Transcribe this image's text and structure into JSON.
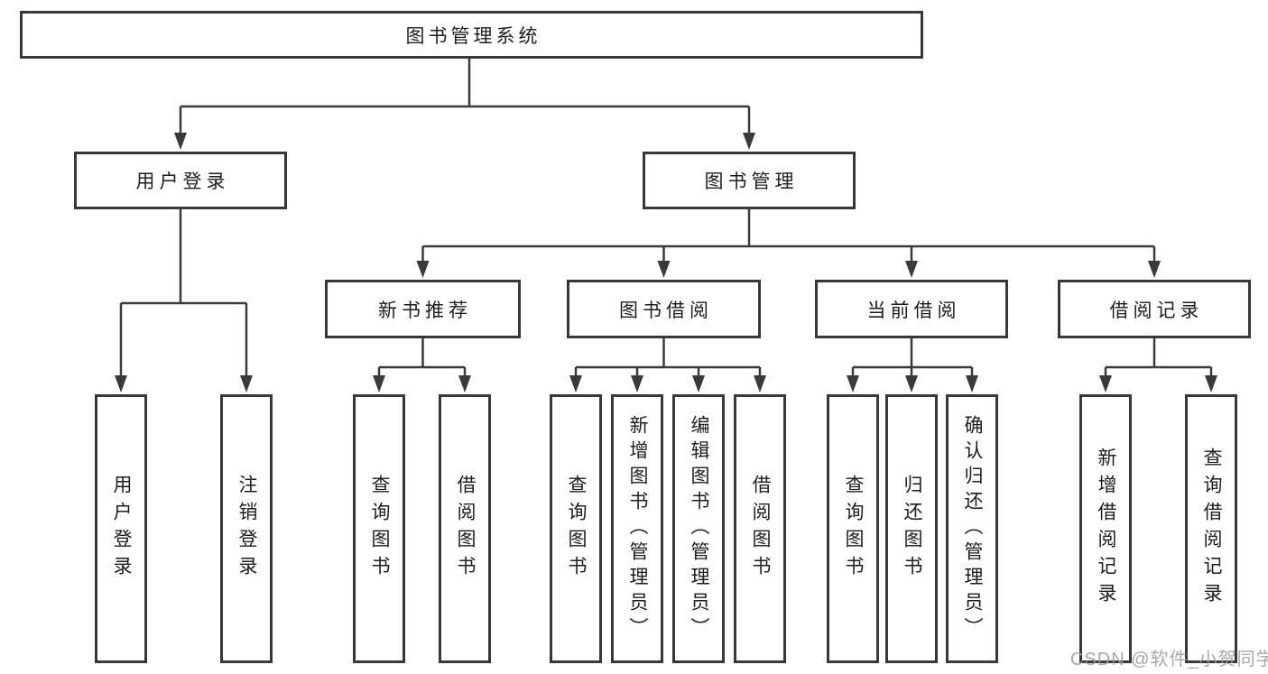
{
  "tree": {
    "root": {
      "label": "图书管理系统"
    },
    "level2": [
      {
        "label": "用户登录",
        "children": [
          {
            "label": "用户登录"
          },
          {
            "label": "注销登录"
          }
        ]
      },
      {
        "label": "图书管理"
      }
    ],
    "level3": [
      {
        "label": "新书推荐",
        "children": [
          {
            "label": "查询图书"
          },
          {
            "label": "借阅图书"
          }
        ]
      },
      {
        "label": "图书借阅",
        "children": [
          {
            "label": "查询图书"
          },
          {
            "label": "新增图书（管理员）"
          },
          {
            "label": "编辑图书（管理员）"
          },
          {
            "label": "借阅图书"
          }
        ]
      },
      {
        "label": "当前借阅",
        "children": [
          {
            "label": "查询图书"
          },
          {
            "label": "归还图书"
          },
          {
            "label": "确认归还（管理员）"
          }
        ]
      },
      {
        "label": "借阅记录",
        "children": [
          {
            "label": "新增借阅记录"
          },
          {
            "label": "查询借阅记录"
          }
        ]
      }
    ]
  },
  "watermark": {
    "text": "CSDN @软件_小贺同学"
  },
  "colors": {
    "line": "#3a3a3a",
    "border": "#383838",
    "text": "#1d1d1d",
    "watermark": "#9e9e9e",
    "background": "#ffffff"
  }
}
